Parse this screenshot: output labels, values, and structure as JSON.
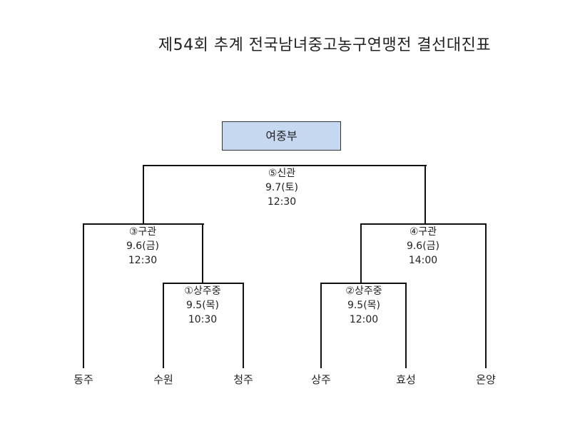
{
  "title": "제54회 추계 전국남녀중고농구연맹전 결선대진표",
  "division": "여중부",
  "matches": {
    "final": {
      "venue": "⑤신관",
      "date": "9.7(토)",
      "time": "12:30"
    },
    "semi_left": {
      "venue": "③구관",
      "date": "9.6(금)",
      "time": "12:30"
    },
    "semi_right": {
      "venue": "④구관",
      "date": "9.6(금)",
      "time": "14:00"
    },
    "m1": {
      "venue": "①상주중",
      "date": "9.5(목)",
      "time": "10:30"
    },
    "m2": {
      "venue": "②상주중",
      "date": "9.5(목)",
      "time": "12:00"
    }
  },
  "teams": [
    "동주",
    "수원",
    "청주",
    "상주",
    "효성",
    "온양"
  ]
}
